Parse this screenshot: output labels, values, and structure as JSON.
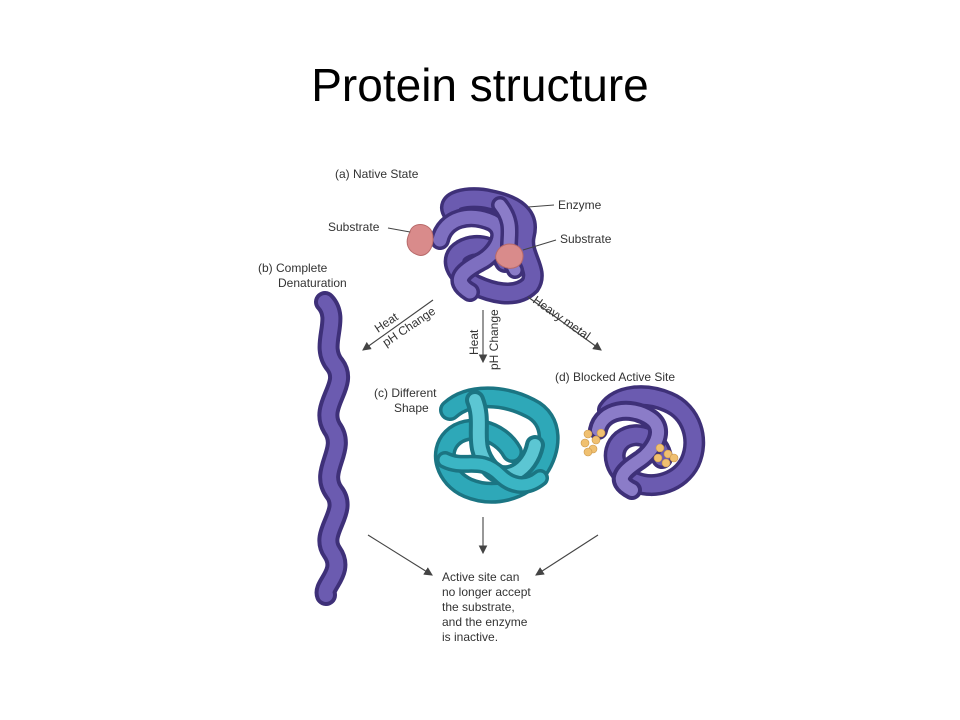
{
  "title": "Protein structure",
  "labels": {
    "native_state": "(a) Native State",
    "substrate_left": "Substrate",
    "enzyme": "Enzyme",
    "substrate_right": "Substrate",
    "complete_line1": "(b) Complete",
    "complete_line2": "Denaturation",
    "heat_left": "Heat",
    "ph_left": "pH Change",
    "heat_center": "Heat",
    "ph_center": "pH Change",
    "heavy_metal": "Heavy metal",
    "different_line1": "(c) Different",
    "different_line2": "Shape",
    "blocked": "(d) Blocked Active Site",
    "result_line1": "Active site can",
    "result_line2": "no longer accept",
    "result_line3": "the substrate,",
    "result_line4": "and the enzyme",
    "result_line5": "is inactive."
  },
  "colors": {
    "enzyme": "#5a4a9a",
    "enzyme_light": "#8b7cc8",
    "substrate": "#d98b8b",
    "different_shape": "#2a9fb0",
    "different_light": "#6fd0dc",
    "heavy_metal_dots": "#f0c070"
  }
}
